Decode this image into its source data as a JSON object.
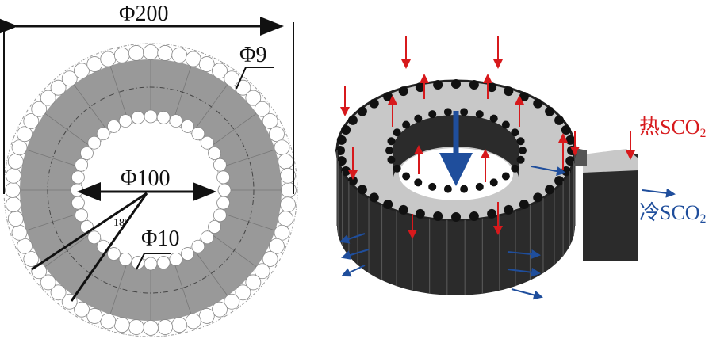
{
  "left_diagram": {
    "outer_diameter_label": "Φ200",
    "inner_diameter_label": "Φ100",
    "outer_hole_label": "Φ9",
    "inner_hole_label": "Φ10",
    "angle_label": "18°"
  },
  "right_diagram": {
    "hot_label": "热SCO",
    "hot_sub": "2",
    "cold_label": "冷SCO",
    "cold_sub": "2",
    "colors": {
      "hot": "#d7191c",
      "cold": "#1f4e9c",
      "body": "#2b2b2b",
      "top": "#c8c8c8"
    }
  }
}
